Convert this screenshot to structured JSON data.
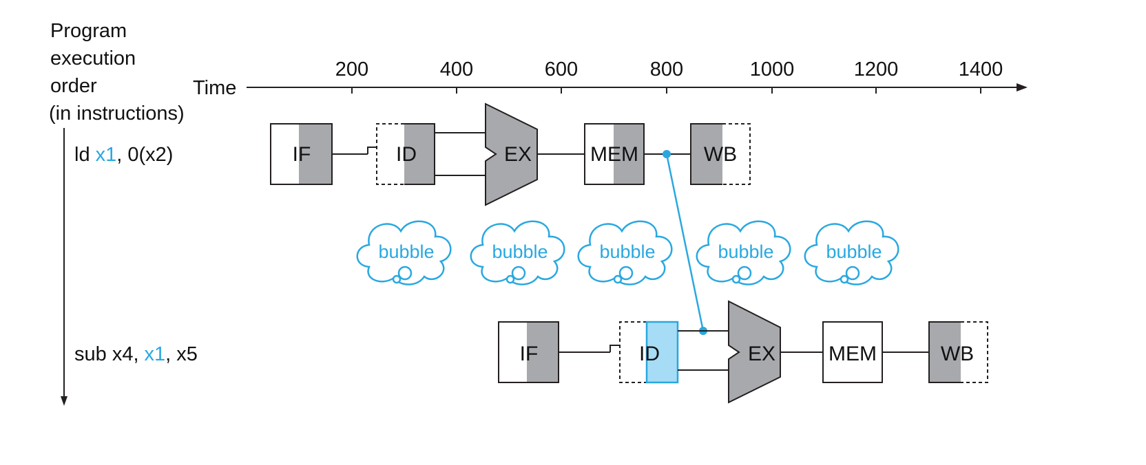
{
  "axis": {
    "order_label": [
      "Program",
      "execution",
      "order",
      "(in instructions)"
    ],
    "time_label": "Time",
    "ticks": [
      "200",
      "400",
      "600",
      "800",
      "1000",
      "1200",
      "1400"
    ]
  },
  "instructions": [
    {
      "op": "ld",
      "dest": "x1",
      "rest": ", 0(x2)"
    },
    {
      "op": "sub x4,",
      "src": "x1",
      "rest": ", x5"
    }
  ],
  "stages": {
    "if": "IF",
    "id": "ID",
    "ex": "EX",
    "mem": "MEM",
    "wb": "WB"
  },
  "bubble_label": "bubble",
  "colors": {
    "accent": "#29a8e0",
    "stage_gray": "#a7a9ac",
    "highlight": "#a6dcf5",
    "line": "#231f20"
  }
}
